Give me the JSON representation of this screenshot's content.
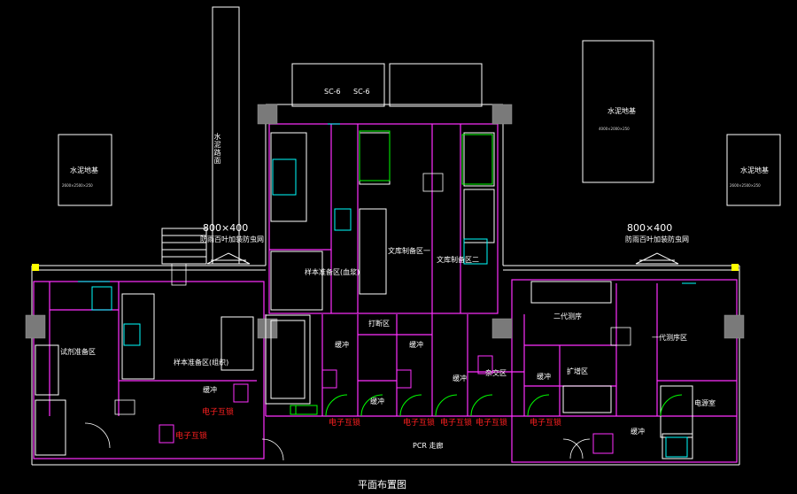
{
  "drawing_title": "平面布置图",
  "labels": {
    "sc_left": "SC-6",
    "sc_right": "SC-6",
    "cement_road": "水泥路面",
    "foundation_left": "水泥地基",
    "foundation_left_dim": "2600×2500×250",
    "foundation_top": "水泥地基",
    "foundation_top_dim": "4000×2000×250",
    "foundation_right": "水泥地基",
    "foundation_right_dim": "2600×2500×250",
    "louver_left_size": "800×400",
    "louver_left_text": "防雨百叶加装防虫网",
    "louver_right_size": "800×400",
    "louver_right_text": "防雨百叶加装防虫网",
    "room_reagent_prep": "试剂准备区",
    "room_sample_prep_tissue": "样本准备区(组织)",
    "room_sample_prep_plasma": "样本准备区(血浆)",
    "room_library_prep_1": "文库制备区一",
    "room_library_prep_2": "文库制备区二",
    "room_fragment": "打断区",
    "room_ngs": "二代测序",
    "room_first_gen": "一代测序区",
    "room_amplification": "扩增区",
    "room_hybrid": "杂交区",
    "room_electrical": "电源室",
    "corridor": "PCR 走廊",
    "buffer": "缓冲"
  },
  "interlocks": [
    "电子互锁",
    "电子互锁",
    "电子互锁",
    "电子互锁",
    "电子互锁",
    "电子互锁",
    "电子互锁"
  ],
  "colors": {
    "background": "#000000",
    "wall": "#ff30ff",
    "furniture": "#ffffff",
    "equipment": "#00ffff",
    "door_green": "#00ff00",
    "column": "#808080",
    "interlock": "#ff2020"
  }
}
